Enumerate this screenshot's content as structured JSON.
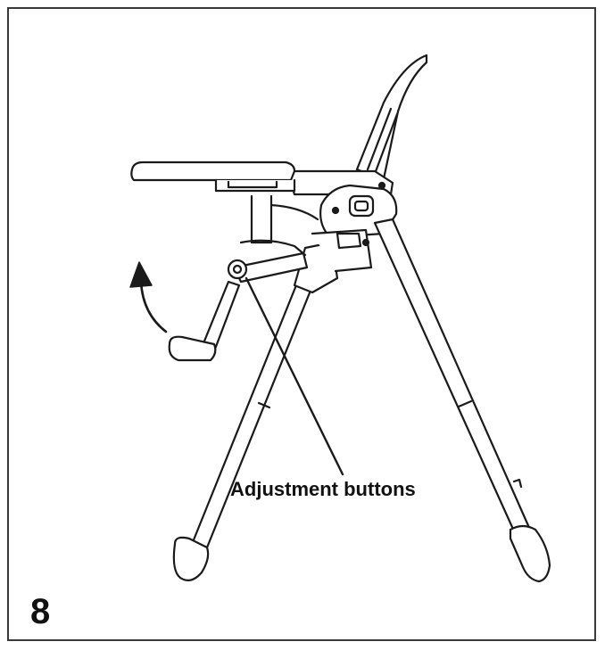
{
  "figure": {
    "step_number": "8",
    "callout_label": "Adjustment buttons",
    "subject_icon": "high-chair-side-view",
    "arrow_icon": "rotate-up-arrow",
    "line_color": "#1a1a1a",
    "border_color": "#3a3a3a"
  }
}
